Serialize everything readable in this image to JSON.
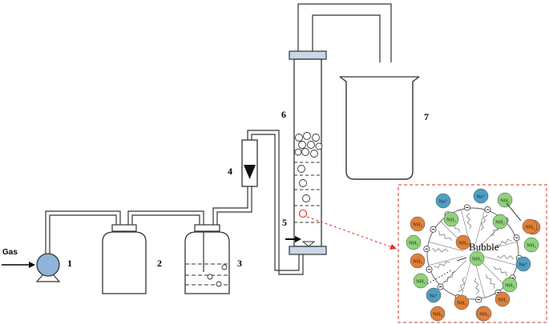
{
  "labels": {
    "gas": "Gas",
    "pump": "1",
    "bottle_empty": "2",
    "bottle_liquid": "3",
    "flowmeter": "4",
    "inlet": "5",
    "column": "6",
    "beaker": "7"
  },
  "inset": {
    "bubble_label": "Bubble",
    "ions": [
      {
        "text": "Na⁺",
        "kind": "na"
      },
      {
        "text": "Na⁺",
        "kind": "na"
      },
      {
        "text": "NH₂",
        "kind": "nh2-green"
      },
      {
        "text": "NH₃",
        "kind": "nh3-orange"
      },
      {
        "text": "NH₂",
        "kind": "nh2-green"
      },
      {
        "text": "NH₃",
        "kind": "nh3-orange"
      },
      {
        "text": "NH₂",
        "kind": "nh2-green"
      },
      {
        "text": "NH₃",
        "kind": "nh3-orange"
      },
      {
        "text": "NH₂",
        "kind": "nh2-green"
      },
      {
        "text": "NH₃",
        "kind": "nh3-orange"
      },
      {
        "text": "NH₂",
        "kind": "nh2-green"
      },
      {
        "text": "Na⁺",
        "kind": "na"
      },
      {
        "text": "NH₂",
        "kind": "nh2-green"
      },
      {
        "text": "Na⁺",
        "kind": "na"
      },
      {
        "text": "NH₃",
        "kind": "nh3-orange"
      },
      {
        "text": "NH₃",
        "kind": "nh3-orange"
      },
      {
        "text": "NH₂",
        "kind": "nh2-green"
      },
      {
        "text": "NH₃",
        "kind": "nh3-orange"
      },
      {
        "text": "NH₃",
        "kind": "nh3-orange"
      },
      {
        "text": "NH₂",
        "kind": "nh2-green"
      },
      {
        "text": "NH₂",
        "kind": "nh2-green"
      },
      {
        "text": "NH₃",
        "kind": "nh3-orange"
      }
    ],
    "minus_sign": "⊖"
  },
  "colors": {
    "na": "#4f9ec4",
    "nh2_green": "#8fd27a",
    "nh3_orange": "#e0803a",
    "pump": "#8fb3d9",
    "plate": "#c9d7e6",
    "inset_border": "#d9342b"
  }
}
